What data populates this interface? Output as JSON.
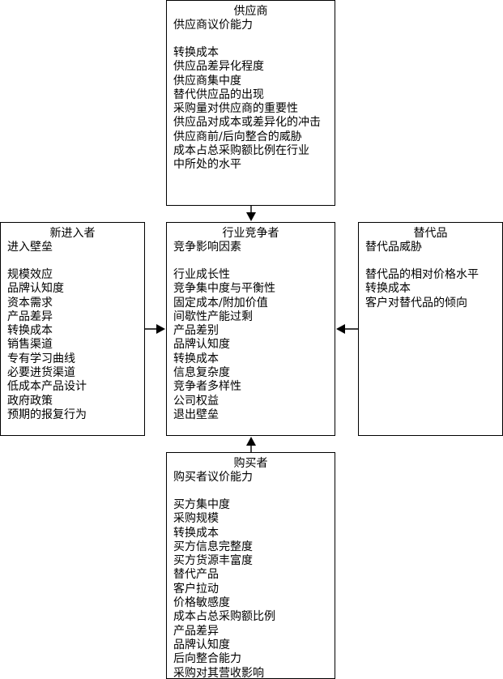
{
  "supplier": {
    "title": "供应商",
    "subtitle": "供应商议价能力",
    "items": [
      "转换成本",
      "供应品差异化程度",
      "供应商集中度",
      "替代供应品的出现",
      "采购量对供应商的重要性",
      "供应品对成本或差异化的冲击",
      "供应商前/后向整合的威胁",
      "成本占总采购额比例在行业中所处的水平"
    ]
  },
  "new_entrants": {
    "title": "新进入者",
    "subtitle": "进入壁垒",
    "items": [
      "规模效应",
      "品牌认知度",
      "资本需求",
      "产品差异",
      "转换成本",
      "销售渠道",
      "专有学习曲线",
      "必要进货渠道",
      "低成本产品设计",
      "政府政策",
      "预期的报复行为"
    ]
  },
  "industry": {
    "title": "行业竞争者",
    "subtitle": "竞争影响因素",
    "items": [
      "行业成长性",
      "竞争集中度与平衡性",
      "固定成本/附加价值",
      "间歇性产能过剩",
      "产品差别",
      "品牌认知度",
      "转换成本",
      "信息复杂度",
      "竞争者多样性",
      "公司权益",
      "退出壁垒"
    ]
  },
  "substitutes": {
    "title": "替代品",
    "subtitle": "替代品威胁",
    "items": [
      "替代品的相对价格水平",
      "转换成本",
      "客户对替代品的倾向"
    ]
  },
  "buyers": {
    "title": "购买者",
    "subtitle": "购买者议价能力",
    "items": [
      "买方集中度",
      "采购规模",
      "转换成本",
      "买方信息完整度",
      "买方货源丰富度",
      "替代产品",
      "客户拉动",
      "价格敏感度",
      "成本占总采购额比例",
      "产品差异",
      "品牌认知度",
      "后向整合能力",
      "采购对其营收影响"
    ]
  }
}
